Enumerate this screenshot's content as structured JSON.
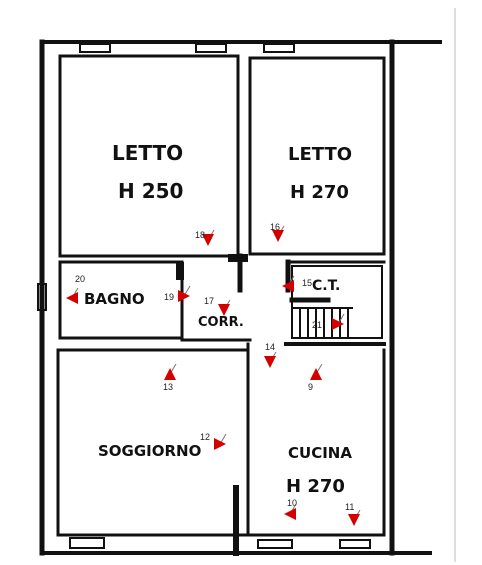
{
  "plan": {
    "rooms": [
      {
        "id": "letto-1",
        "name": "LETTO",
        "height": "H 250"
      },
      {
        "id": "letto-2",
        "name": "LETTO",
        "height": "H 270"
      },
      {
        "id": "bagno",
        "name": "BAGNO",
        "height": ""
      },
      {
        "id": "corr",
        "name": "CORR.",
        "height": ""
      },
      {
        "id": "ct",
        "name": "C.T.",
        "height": ""
      },
      {
        "id": "soggiorno",
        "name": "SOGGIORNO",
        "height": ""
      },
      {
        "id": "cucina",
        "name": "CUCINA",
        "height": "H 270"
      }
    ],
    "markers": [
      {
        "num": "9",
        "dir": "up"
      },
      {
        "num": "10",
        "dir": "left"
      },
      {
        "num": "11",
        "dir": "down"
      },
      {
        "num": "12",
        "dir": "right"
      },
      {
        "num": "13",
        "dir": "up"
      },
      {
        "num": "14",
        "dir": "down"
      },
      {
        "num": "15",
        "dir": "left"
      },
      {
        "num": "16",
        "dir": "down"
      },
      {
        "num": "17",
        "dir": "down"
      },
      {
        "num": "18",
        "dir": "down"
      },
      {
        "num": "19",
        "dir": "right"
      },
      {
        "num": "20",
        "dir": "left"
      },
      {
        "num": "21",
        "dir": "right"
      }
    ],
    "colors": {
      "wall": "#111111",
      "marker": "#d40000",
      "background": "#ffffff"
    }
  }
}
